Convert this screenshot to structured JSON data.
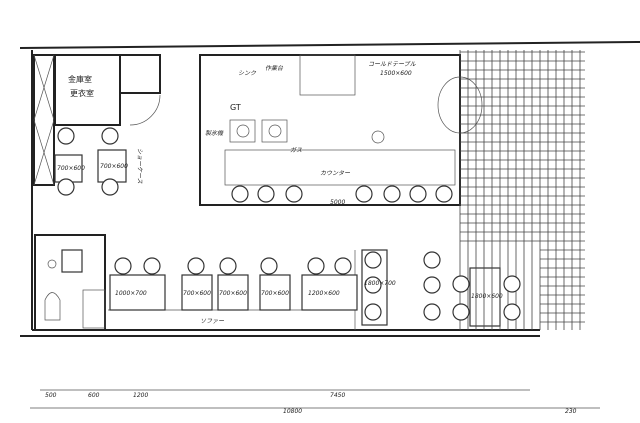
{
  "plan": {
    "rooms": {
      "safe_room": "金庫室",
      "locker_room": "更衣室",
      "cold_table": "コールドテーブル",
      "cold_table_size": "1500×600",
      "ice_maker": "製氷機",
      "sink": "シンク",
      "work_table": "作業台",
      "gt": "GT",
      "gas": "ガス",
      "counter": "カウンター",
      "sofa": "ソファー",
      "showcase": "ショーケース"
    },
    "tables": [
      {
        "size": "700×600"
      },
      {
        "size": "700×600"
      },
      {
        "size": "1000×700"
      },
      {
        "size": "700×600"
      },
      {
        "size": "700×600"
      },
      {
        "size": "700×600"
      },
      {
        "size": "1200×600"
      },
      {
        "size": "1800×700"
      },
      {
        "size": "1800×600"
      }
    ],
    "dimensions": {
      "counter_length": "5000",
      "d1": "500",
      "d2": "600",
      "d3": "1200",
      "d4": "7450",
      "total": "10800",
      "right": "230"
    }
  }
}
